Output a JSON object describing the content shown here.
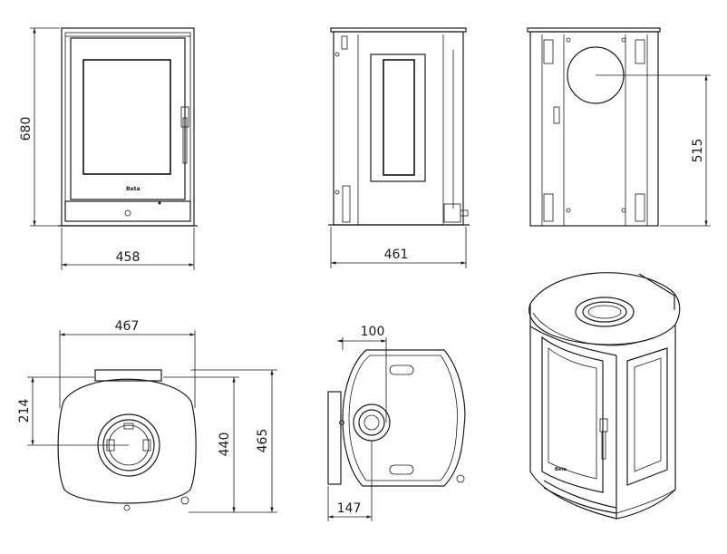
{
  "dimensions": {
    "front_height": "680",
    "front_width": "458",
    "side_width": "461",
    "back_flue_height": "515",
    "top_width": "467",
    "top_offset": "214",
    "top_depth_inner": "440",
    "top_depth_outer": "465",
    "bottom_offset_top": "100",
    "bottom_offset_side": "147"
  }
}
